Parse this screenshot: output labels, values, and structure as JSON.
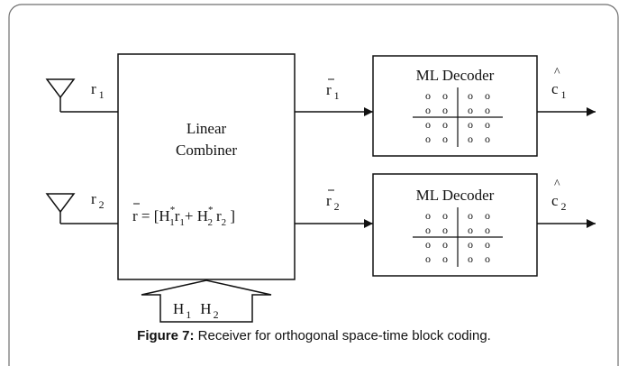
{
  "receiver": {
    "input1": {
      "base": "r",
      "sub": "1"
    },
    "input2": {
      "base": "r",
      "sub": "2"
    },
    "combiner_line1": "Linear",
    "combiner_line2": "Combiner",
    "equation": {
      "lhs": "r",
      "eq": " = [",
      "h1": "H",
      "h1_sub": "1",
      "h1_sup": "*",
      "r1": "r",
      "r1_sub": "1",
      "plus": "+ ",
      "h2": "H",
      "h2_sub": "2",
      "h2_sup": "*",
      "r2": "r",
      "r2_sub": "2",
      "close": " ]"
    },
    "combined1": {
      "base": "r",
      "sub": "1"
    },
    "combined2": {
      "base": "r",
      "sub": "2"
    },
    "decoder1_label": "ML Decoder",
    "decoder2_label": "ML Decoder",
    "output1": {
      "base": "c",
      "sub": "1"
    },
    "output2": {
      "base": "c",
      "sub": "2"
    },
    "channel": {
      "h1": "H",
      "h1_sub": "1",
      "h2": "H",
      "h2_sub": "2"
    },
    "constellation_symbol": "o"
  },
  "caption": {
    "label": "Figure 7:",
    "text": " Receiver for orthogonal space-time block coding."
  }
}
